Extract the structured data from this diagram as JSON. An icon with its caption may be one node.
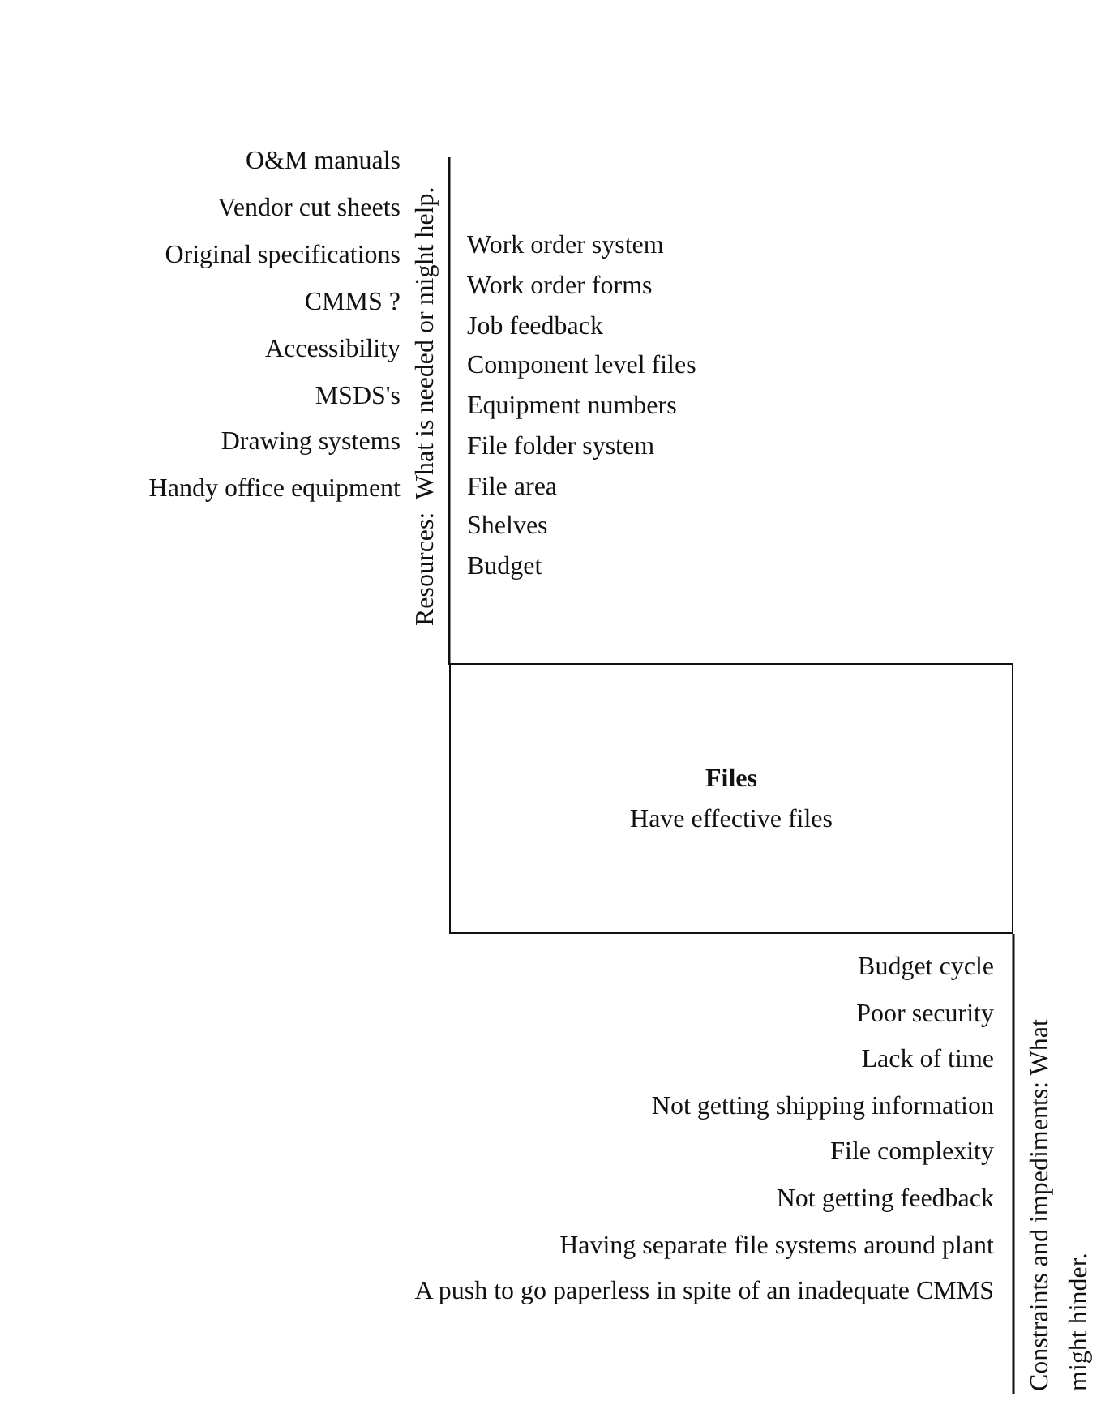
{
  "diagram": {
    "nodes": [
      {
        "text": [
          "Files",
          "Have effective files"
        ]
      }
    ],
    "edges": [],
    "labels": [
      "Resources:  What is needed or might help.",
      "O&M manuals",
      "Vendor cut sheets",
      "Original specifications",
      "CMMS ?",
      "Accessibility",
      "MSDS's",
      "Drawing systems",
      "Handy office equipment",
      "Work order system",
      "Work order forms",
      "Job feedback",
      "Component level files",
      "Equipment numbers",
      "File folder system",
      "File area",
      "Shelves",
      "Budget",
      "Budget cycle",
      "Poor security",
      "Lack of time",
      "Not getting shipping information",
      "File complexity",
      "Not getting feedback",
      "Having separate file systems around plant",
      "A push to go paperless in spite of an inadequate CMMS",
      "Constraints and impediments: What might hinder."
    ]
  }
}
